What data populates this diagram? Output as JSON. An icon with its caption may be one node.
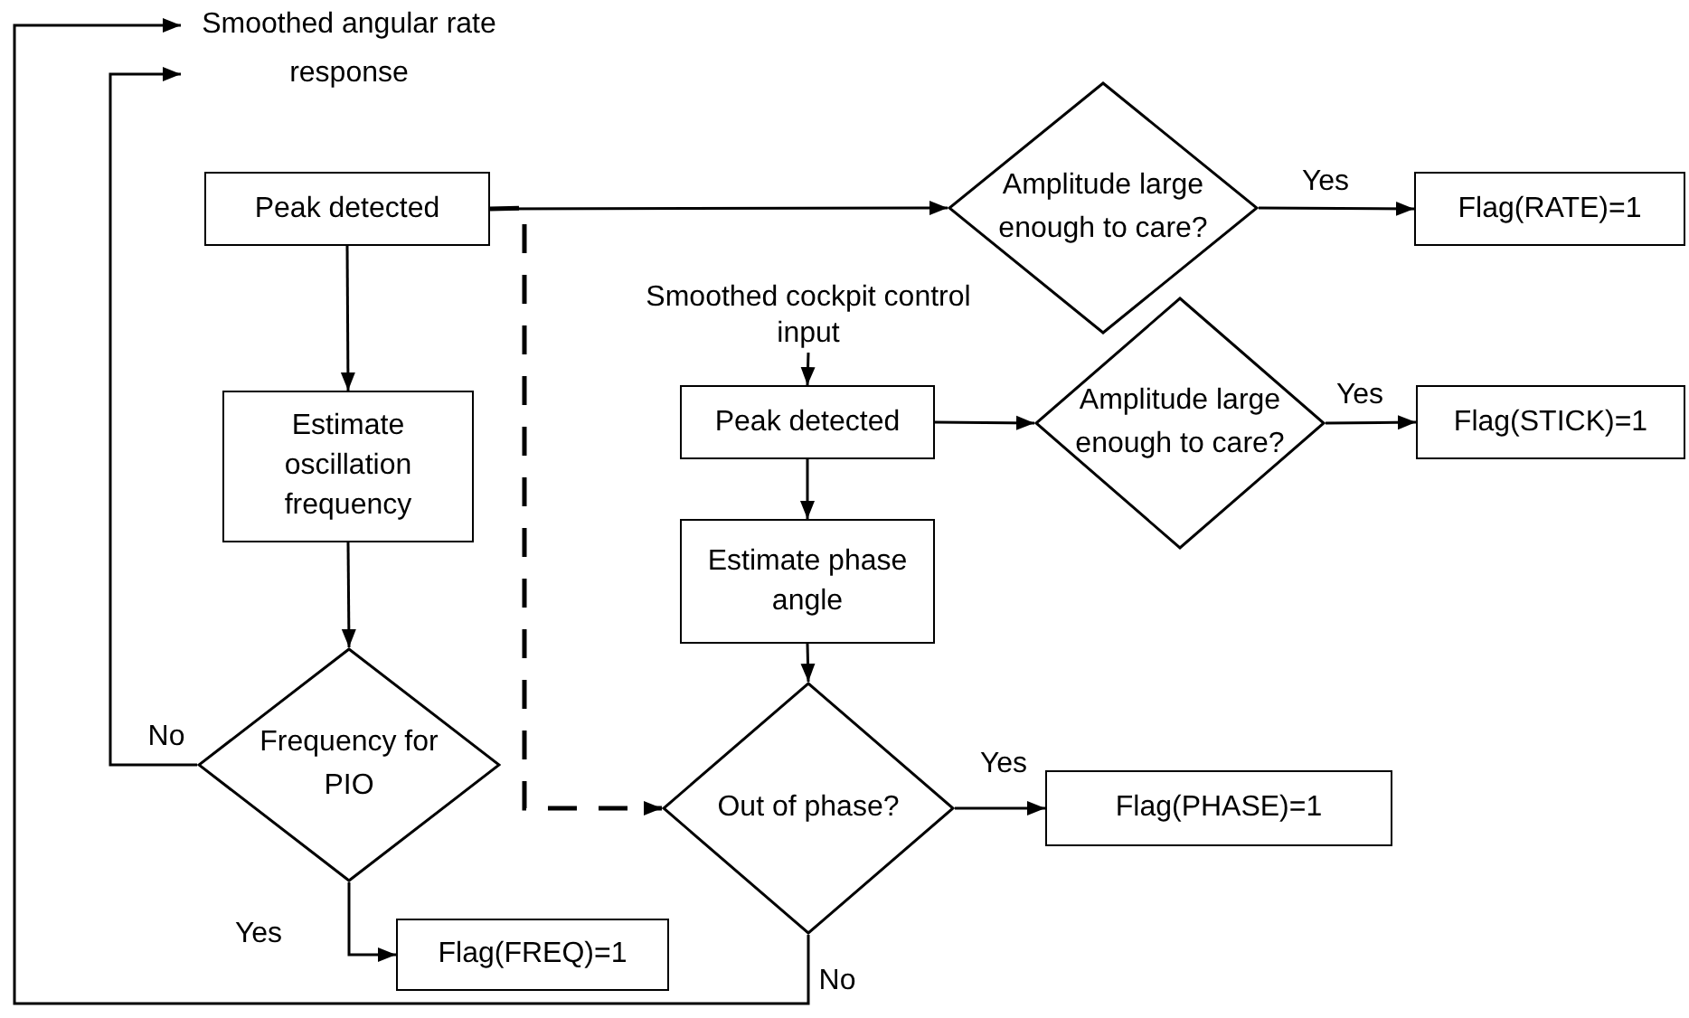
{
  "diagram": {
    "nodes": [
      {
        "text": [
          "Smoothed angular rate response"
        ]
      },
      {
        "text": [
          "Peak detected"
        ]
      },
      {
        "text": [
          "Estimate oscillation frequency"
        ]
      },
      {
        "text": [
          "Frequency for PIO"
        ]
      },
      {
        "text": [
          "Flag(FREQ)=1"
        ]
      },
      {
        "text": [
          "Amplitude large enough to care?"
        ]
      },
      {
        "text": [
          "Flag(RATE)=1"
        ]
      },
      {
        "text": [
          "Smoothed cockpit control input"
        ]
      },
      {
        "text": [
          "Peak detected"
        ]
      },
      {
        "text": [
          "Amplitude large enough to care?"
        ]
      },
      {
        "text": [
          "Flag(STICK)=1"
        ]
      },
      {
        "text": [
          "Estimate phase angle"
        ]
      },
      {
        "text": [
          "Out of phase?"
        ]
      },
      {
        "text": [
          "Flag(PHASE)=1"
        ]
      }
    ],
    "edges": [
      {
        "from": 1,
        "to": 2,
        "arrow": "to"
      },
      {
        "from": 2,
        "to": 3,
        "arrow": "to"
      },
      {
        "from": 3,
        "to": 0,
        "arrow": "to",
        "label": "No"
      },
      {
        "from": 3,
        "to": 4,
        "arrow": "to",
        "label": "Yes"
      },
      {
        "from": 1,
        "to": 5,
        "arrow": "to"
      },
      {
        "from": 5,
        "to": 6,
        "arrow": "to",
        "label": "Yes"
      },
      {
        "from": 1,
        "to": 12,
        "arrow": "to",
        "style": "dashed"
      },
      {
        "from": 7,
        "to": 8,
        "arrow": "to"
      },
      {
        "from": 8,
        "to": 9,
        "arrow": "to"
      },
      {
        "from": 9,
        "to": 10,
        "arrow": "to",
        "label": "Yes"
      },
      {
        "from": 8,
        "to": 11,
        "arrow": "to"
      },
      {
        "from": 11,
        "to": 12,
        "arrow": "to"
      },
      {
        "from": 12,
        "to": 13,
        "arrow": "to",
        "label": "Yes"
      },
      {
        "from": 12,
        "to": 0,
        "arrow": "to",
        "label": "No"
      }
    ]
  }
}
